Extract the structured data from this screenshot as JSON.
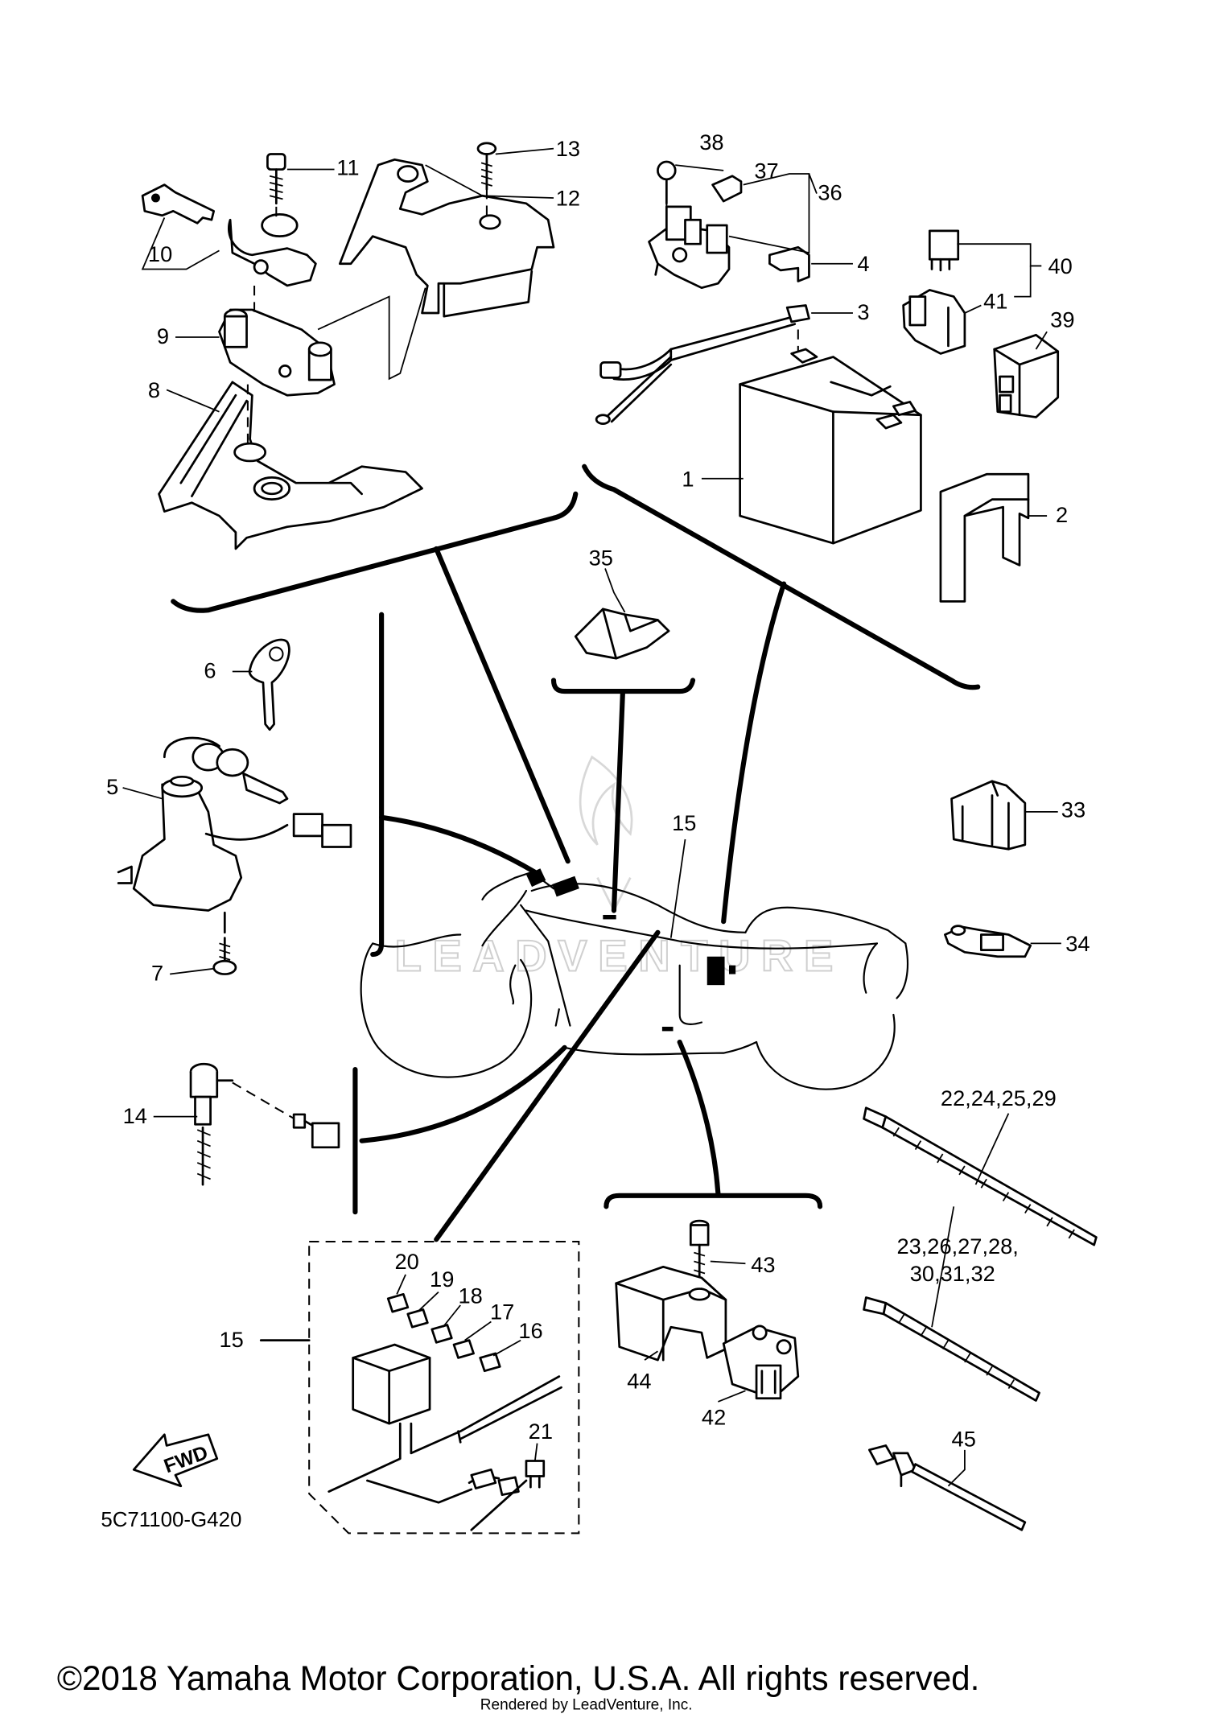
{
  "diagram": {
    "part_labels": {
      "p1": "1",
      "p2": "2",
      "p3": "3",
      "p4": "4",
      "p5": "5",
      "p6": "6",
      "p7": "7",
      "p8": "8",
      "p9": "9",
      "p10": "10",
      "p11": "11",
      "p12": "12",
      "p13": "13",
      "p14": "14",
      "p15a": "15",
      "p15b": "15",
      "p16": "16",
      "p17": "17",
      "p18": "18",
      "p19": "19",
      "p20": "20",
      "p21": "21",
      "p33": "33",
      "p34": "34",
      "p35": "35",
      "p36": "36",
      "p37": "37",
      "p38": "38",
      "p39": "39",
      "p40": "40",
      "p41": "41",
      "p42": "42",
      "p43": "43",
      "p44": "44",
      "p45": "45",
      "p_ties1": "22,24,25,29",
      "p_ties2a": "23,26,27,28,",
      "p_ties2b": "30,31,32"
    },
    "diagram_code": "5C71100-G420",
    "fwd_label": "FWD",
    "watermark": "LEADVENTURE"
  },
  "footer": {
    "copyright": "©2018 Yamaha Motor Corporation, U.S.A. All rights reserved.",
    "rendered_by": "Rendered by LeadVenture, Inc."
  }
}
